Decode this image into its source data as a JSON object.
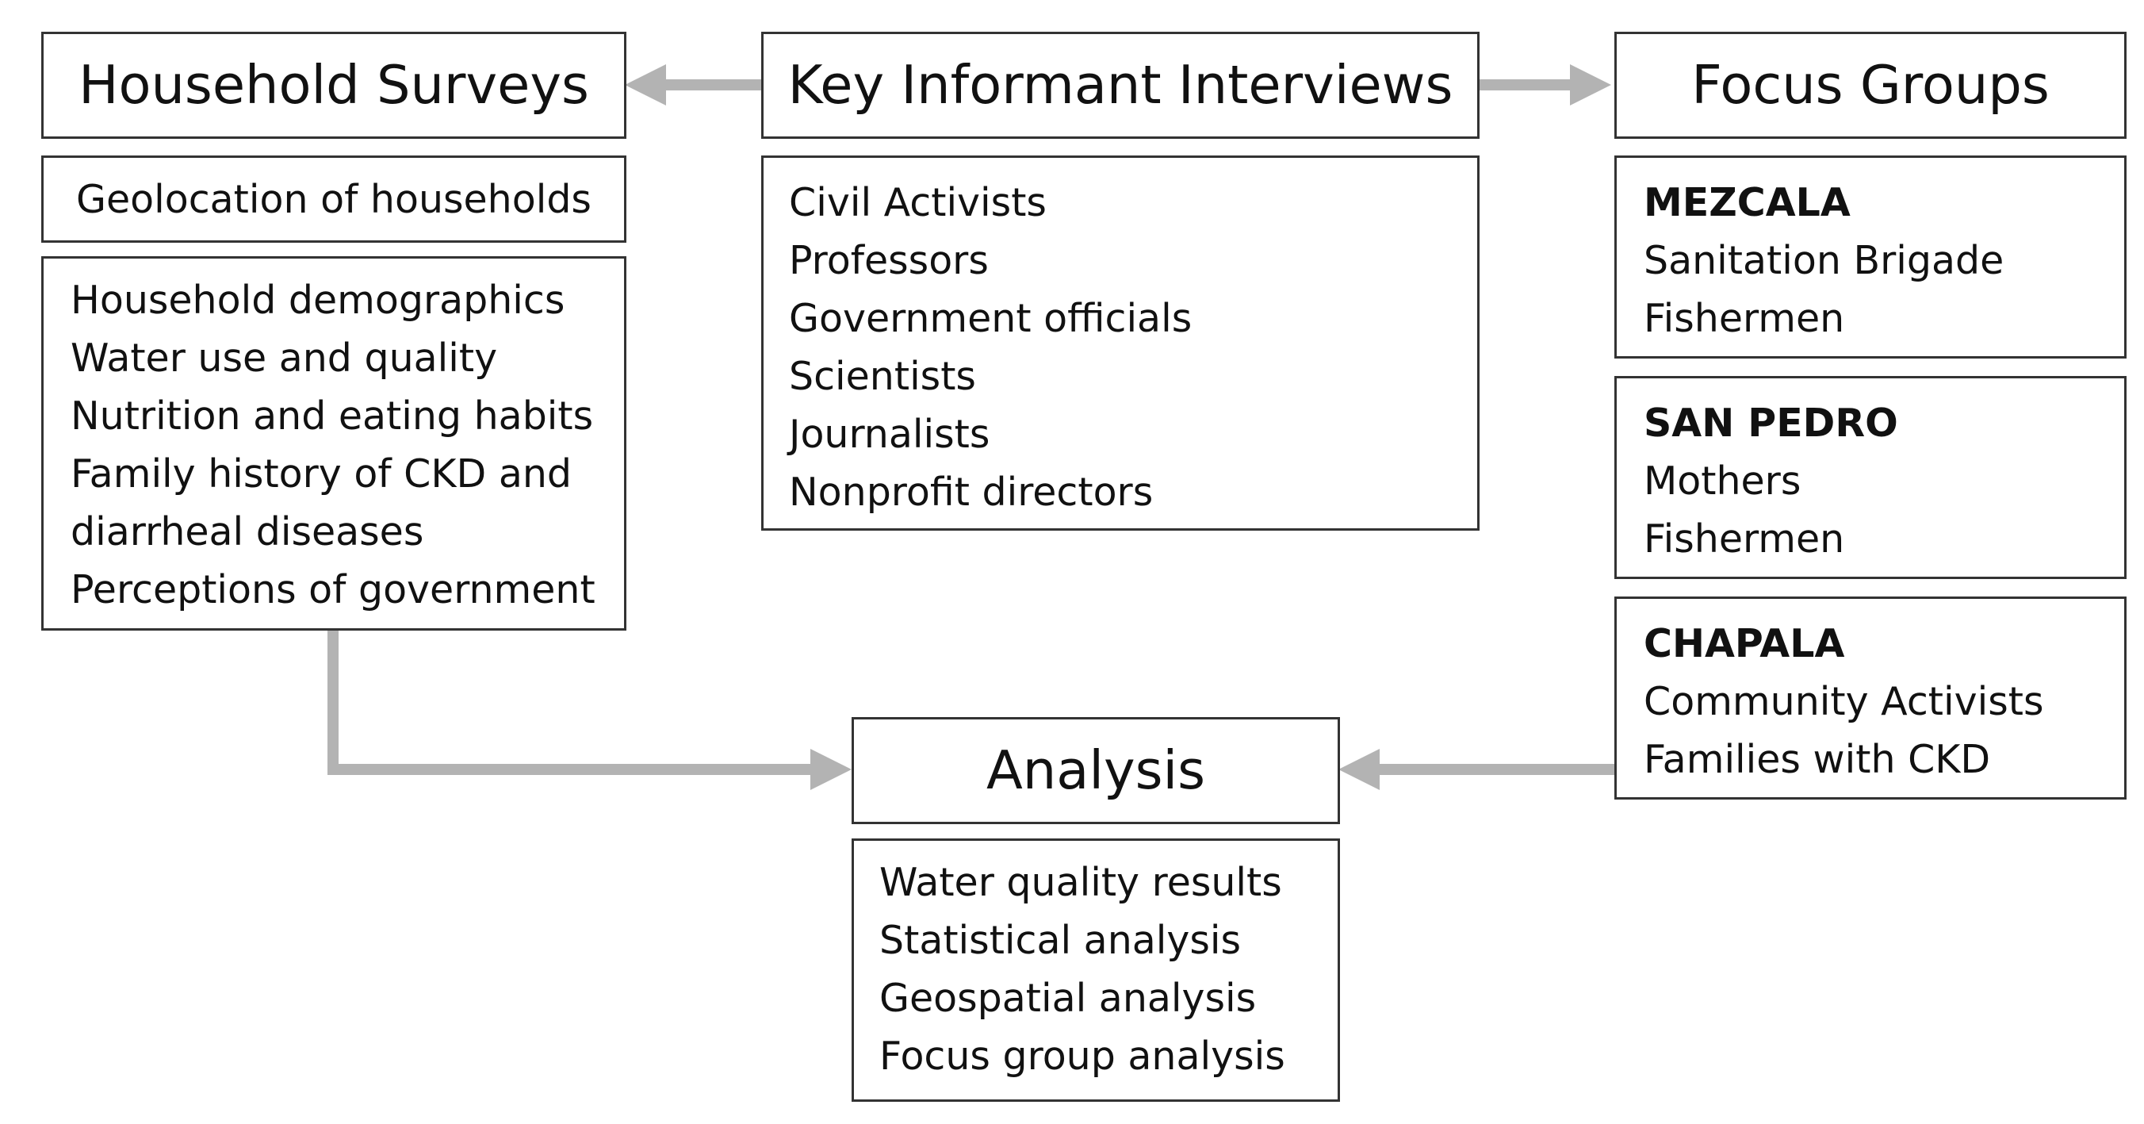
{
  "colors": {
    "arrow": "#b3b3b3",
    "border": "#333333",
    "text": "#111111"
  },
  "household": {
    "title": "Household Surveys",
    "geolocation": "Geolocation of households",
    "items": [
      "Household demographics",
      "Water use and quality",
      "Nutrition and eating habits",
      "Family history of CKD and",
      "diarrheal diseases",
      "Perceptions of government"
    ]
  },
  "interviews": {
    "title": "Key Informant Interviews",
    "items": [
      "Civil Activists",
      "Professors",
      "Government officials",
      "Scientists",
      "Journalists",
      "Nonprofit directors"
    ]
  },
  "focus": {
    "title": "Focus Groups",
    "groups": [
      {
        "header": "MEZCALA",
        "items": [
          "Sanitation Brigade",
          "Fishermen"
        ]
      },
      {
        "header": "SAN PEDRO",
        "items": [
          "Mothers",
          "Fishermen"
        ]
      },
      {
        "header": "CHAPALA",
        "items": [
          "Community Activists",
          "Families with CKD"
        ]
      }
    ]
  },
  "analysis": {
    "title": "Analysis",
    "items": [
      "Water quality results",
      "Statistical analysis",
      "Geospatial analysis",
      "Focus group analysis"
    ]
  }
}
